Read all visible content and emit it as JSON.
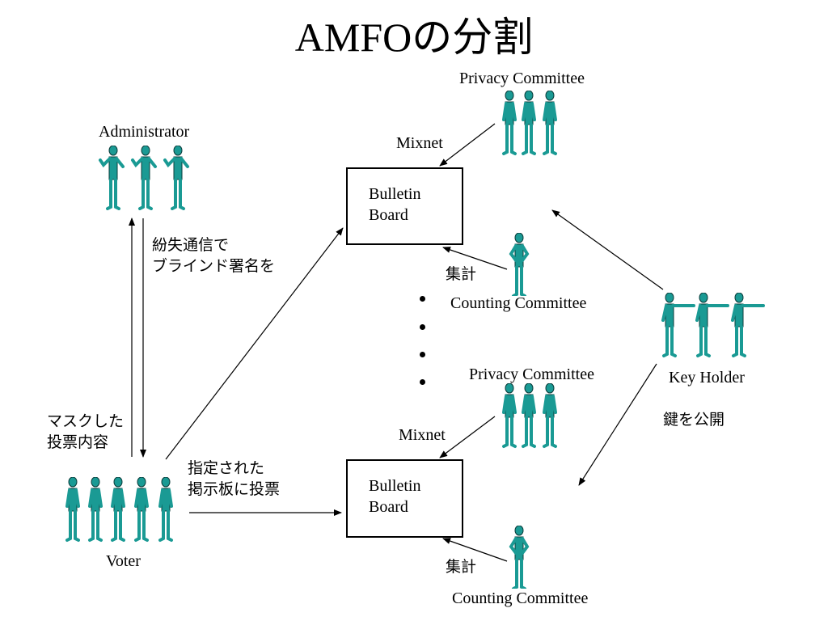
{
  "title": "AMFOの分割",
  "roles": {
    "administrator": "Administrator",
    "voter": "Voter",
    "key_holder": "Key Holder",
    "privacy_committee_top": "Privacy Committee",
    "privacy_committee_bottom": "Privacy Committee",
    "counting_committee_top": "Counting Committee",
    "counting_committee_bottom": "Counting Committee"
  },
  "boards": {
    "top": "Bulletin Board",
    "bottom": "Bulletin Board"
  },
  "edge_labels": {
    "mixnet_top": "Mixnet",
    "mixnet_bottom": "Mixnet",
    "tally_top": "集計",
    "tally_bottom": "集計",
    "blind_signature_line1": "紛失通信で",
    "blind_signature_line2": "ブラインド署名を",
    "masked_vote_line1": "マスクした",
    "masked_vote_line2": "投票内容",
    "cast_vote_line1": "指定された",
    "cast_vote_line2": "掲示板に投票",
    "publish_key": "鍵を公開"
  },
  "colors": {
    "figure": "#1a9a94",
    "figure_outline": "#0b3d3b",
    "line": "#000000"
  }
}
